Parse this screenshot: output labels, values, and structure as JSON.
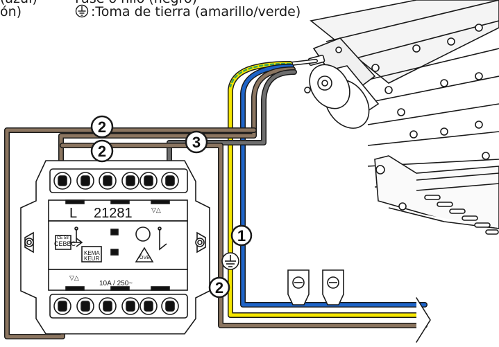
{
  "header": {
    "left_top_text": "(azul)",
    "left_text": "ón)",
    "right_top_text": "Fase o hilo (negro)",
    "earth_label": ":Toma de tierra (amarillo/verde)"
  },
  "switch_panel": {
    "code_letter": "L",
    "model_number": "21281",
    "rating": "10A / 250~",
    "cebec_mark": "CEBEC",
    "cebec_code": "CE 58",
    "kema_mark": "KEMA",
    "kema_sub": "KEUR",
    "ovde_mark": "ÖVE"
  },
  "callouts": {
    "c1": "1",
    "c2a": "2",
    "c2b": "2",
    "c2c": "2",
    "c3": "3"
  },
  "colors": {
    "brown": "#8b7560",
    "blue": "#1e64c8",
    "yellow": "#f5e600",
    "green": "#3aa35a",
    "black": "#4a4a4a",
    "outline": "#1a1a1a"
  }
}
